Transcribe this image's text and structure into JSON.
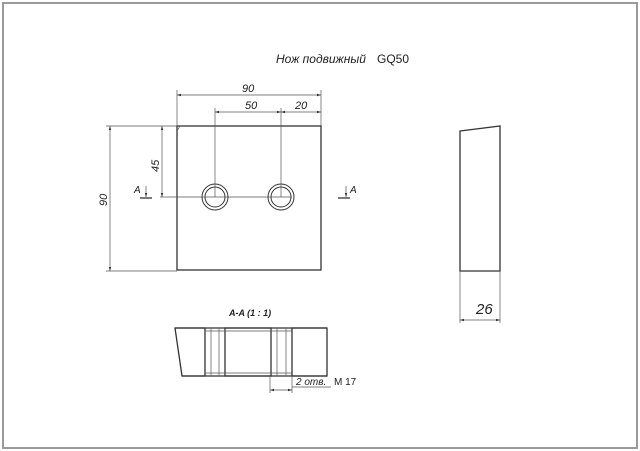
{
  "title": {
    "name": "Нож подвижный",
    "model": "GQ50"
  },
  "front_view": {
    "dim_width_total": "90",
    "dim_hole_spacing": "50",
    "dim_hole_edge": "20",
    "dim_height_total": "90",
    "dim_hole_height": "45",
    "section_mark_left": "A",
    "section_mark_right": "A"
  },
  "side_view": {
    "dim_thickness": "26"
  },
  "section_view": {
    "label": "A-A  (1 : 1)",
    "hole_note_count": "2 отв.",
    "hole_note_thread": "М 17"
  },
  "colors": {
    "line": "#333333",
    "frame": "#9a9a9a"
  }
}
